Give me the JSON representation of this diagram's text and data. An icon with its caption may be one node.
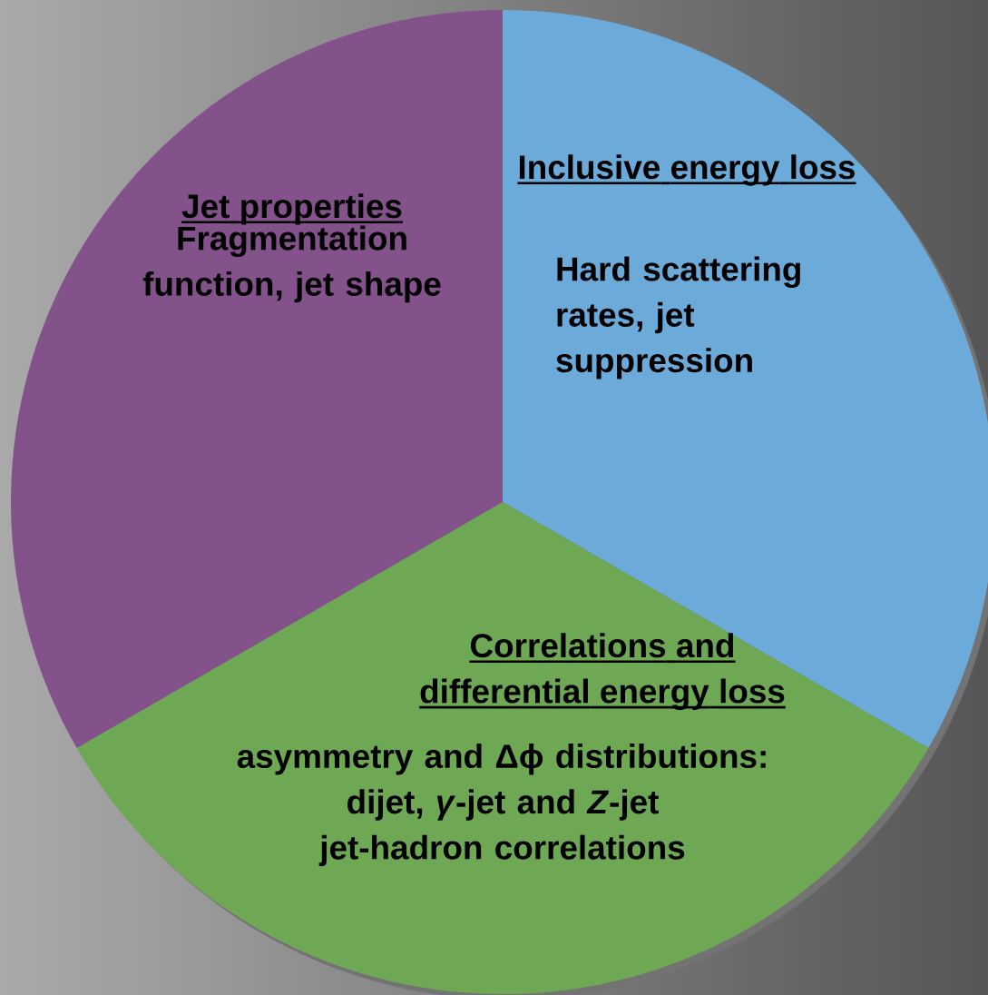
{
  "diagram": {
    "nodes": [
      {
        "text": [
          "Jet properties",
          "Fragmentation function, jet shape"
        ]
      },
      {
        "text": [
          "Inclusive energy loss",
          "Hard scattering rates, jet suppression"
        ]
      },
      {
        "text": [
          "Correlations and differential energy loss",
          "asymmetry and Δϕ distributions: dijet, *γ*-jet and *Z*-jet",
          "jet-hadron correlations"
        ]
      }
    ]
  }
}
